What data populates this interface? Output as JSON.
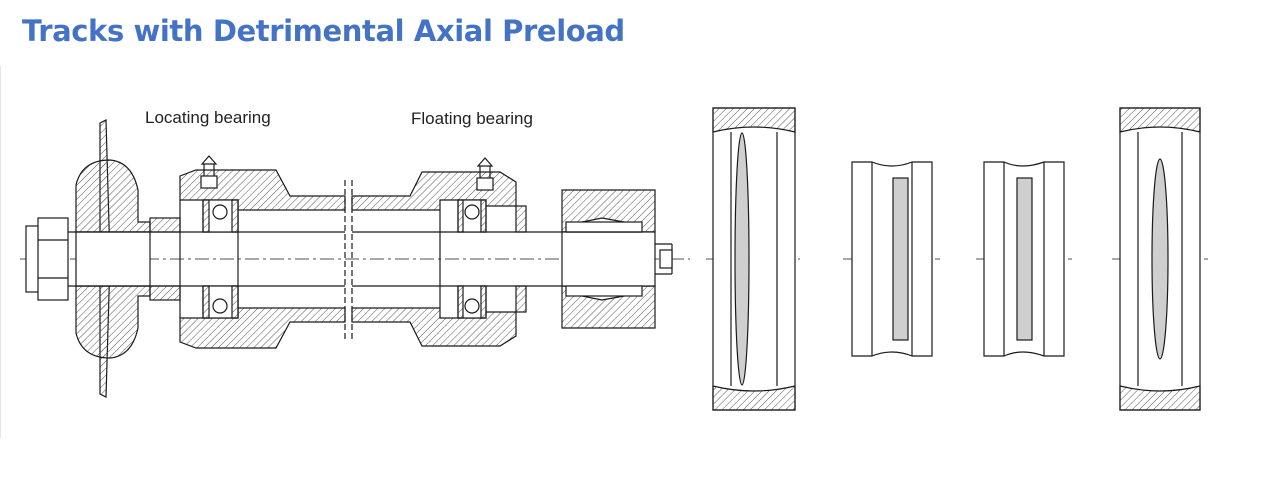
{
  "title": "Tracks with Detrimental Axial Preload",
  "labels": {
    "locating": "Locating bearing",
    "floating": "Floating bearing"
  },
  "colors": {
    "title": "#4472c4",
    "line": "#1a1a1a",
    "hatch": "#555555",
    "gray_fill": "#cfcfcf"
  }
}
